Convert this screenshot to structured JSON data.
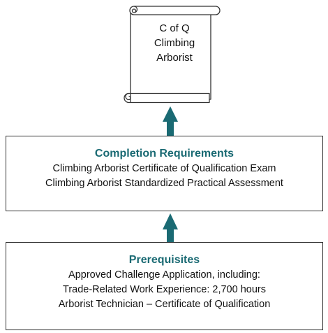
{
  "certificate": {
    "lines": [
      "C of Q",
      "Climbing",
      "Arborist"
    ]
  },
  "completion": {
    "heading": "Completion Requirements",
    "lines": [
      "Climbing Arborist Certificate of Qualification Exam",
      "Climbing Arborist Standardized Practical Assessment"
    ]
  },
  "prerequisites": {
    "heading": "Prerequisites",
    "lines": [
      "Approved Challenge Application, including:",
      "Trade-Related Work Experience: 2,700 hours",
      "Arborist Technician – Certificate of Qualification"
    ]
  },
  "colors": {
    "accent": "#1a6a73",
    "border": "#333333",
    "text": "#111111"
  }
}
